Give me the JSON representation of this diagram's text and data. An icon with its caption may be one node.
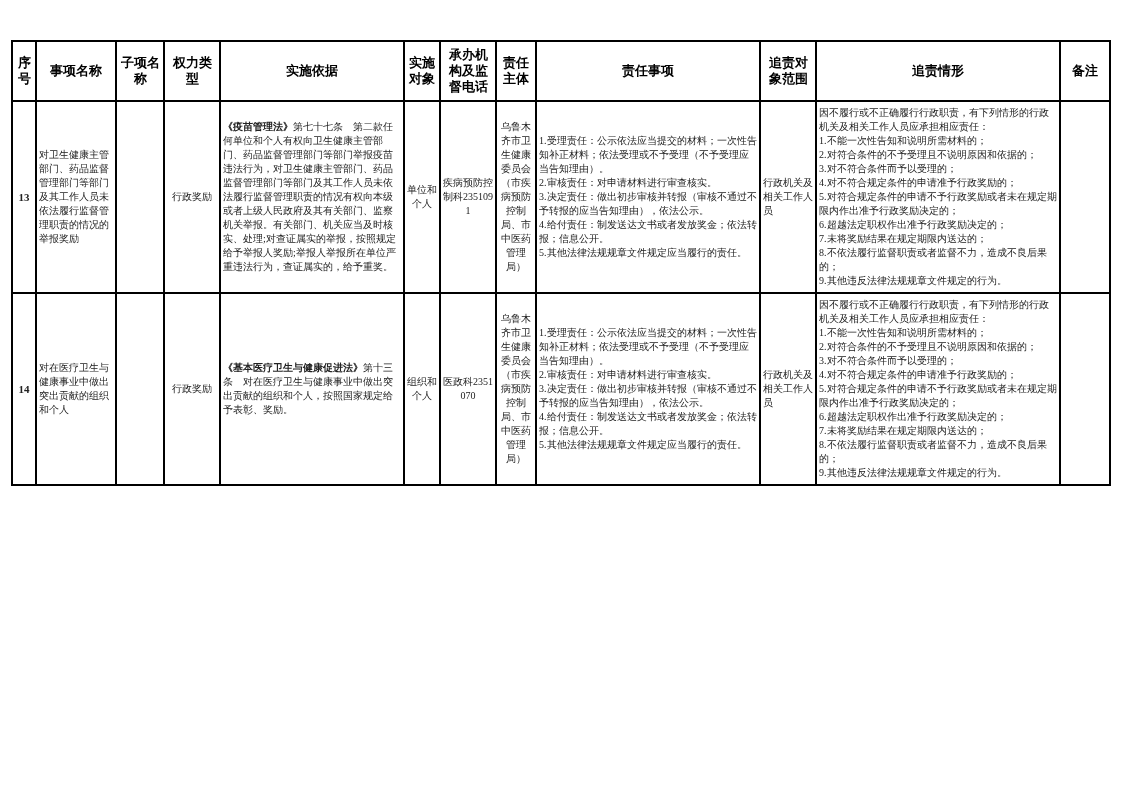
{
  "diagram": {
    "labels": [
      "序号",
      "事项名称",
      "子项名称",
      "权力类型",
      "实施依据",
      "实施对象",
      "承办机构及监督电话",
      "责任主体",
      "责任事项",
      "追责对象范围",
      "追责情形",
      "备注",
      "13",
      "对卫生健康主管部门、药品监督管理部门等部门及其工作人员未依法履行监督管理职责的情况的举报奖励",
      "行政奖励",
      "**《疫苗管理法》**第七十七条　第二款任何单位和个人有权向卫生健康主管部门、药品监督管理部门等部门举报疫苗违法行为，对卫生健康主管部门、药品监督管理部门等部门及其工作人员未依法履行监督管理职责的情况有权向本级或者上级人民政府及其有关部门、监察机关举报。有关部门、机关应当及时核实、处理;对查证属实的举报，按照规定给予举报人奖励;举报人举报所在单位严重违法行为，查证属实的，给予重奖。",
      "单位和个人",
      "疾病预防控制科2351091",
      "乌鲁木齐市卫生健康委员会（市疾病预防控制局、市中医药管理局）",
      "1.受理责任：公示依法应当提交的材料；一次性告知补正材料；依法受理或不予受理（不予受理应当告知理由）。",
      "2.审核责任：对申请材料进行审查核实。",
      "3.决定责任：做出初步审核并转报（审核不通过不予转报的应当告知理由），依法公示。",
      "4.给付责任：制发送达文书或者发放奖金；依法转报；信息公开。",
      "5.其他法律法规规章文件规定应当履行的责任。",
      "行政机关及相关工作人员",
      "因不履行或不正确履行行政职责，有下列情形的行政机关及相关工作人员应承担相应责任：",
      "1.不能一次性告知和说明所需材料的；",
      "2.对符合条件的不予受理且不说明原因和依据的；",
      "3.对不符合条件而予以受理的；",
      "4.对不符合规定条件的申请准予行政奖励的；",
      "5.对符合规定条件的申请不予行政奖励或者未在规定期限内作出准予行政奖励决定的；",
      "6.超越法定职权作出准予行政奖励决定的；",
      "7.未将奖励结果在规定期限内送达的；",
      "8.不依法履行监督职责或者监督不力，造成不良后果的；",
      "9.其他违反法律法规规章文件规定的行为。",
      "14",
      "对在医疗卫生与健康事业中做出突出贡献的组织和个人",
      "行政奖励",
      "**《基本医疗卫生与健康促进法》**第十三条　对在医疗卫生与健康事业中做出突出贡献的组织和个人，按照国家规定给予表彰、奖励。",
      "组织和个人",
      "医政科2351070",
      "乌鲁木齐市卫生健康委员会（市疾病预防控制局、市中医药管理局）",
      "1.受理责任：公示依法应当提交的材料；一次性告知补正材料；依法受理或不予受理（不予受理应当告知理由）。",
      "2.审核责任：对申请材料进行审查核实。",
      "3.决定责任：做出初步审核并转报（审核不通过不予转报的应当告知理由），依法公示。",
      "4.给付责任：制发送达文书或者发放奖金；依法转报；信息公开。",
      "5.其他法律法规规章文件规定应当履行的责任。",
      "行政机关及相关工作人员",
      "因不履行或不正确履行行政职责，有下列情形的行政机关及相关工作人员应承担相应责任：",
      "1.不能一次性告知和说明所需材料的；",
      "2.对符合条件的不予受理且不说明原因和依据的；",
      "3.对不符合条件而予以受理的；",
      "4.对不符合规定条件的申请准予行政奖励的；",
      "5.对符合规定条件的申请不予行政奖励或者未在规定期限内作出准予行政奖励决定的；",
      "6.超越法定职权作出准予行政奖励决定的；",
      "7.未将奖励结果在规定期限内送达的；",
      "8.不依法履行监督职责或者监督不力，造成不良后果的；",
      "9.其他违反法律法规规章文件规定的行为。"
    ]
  }
}
